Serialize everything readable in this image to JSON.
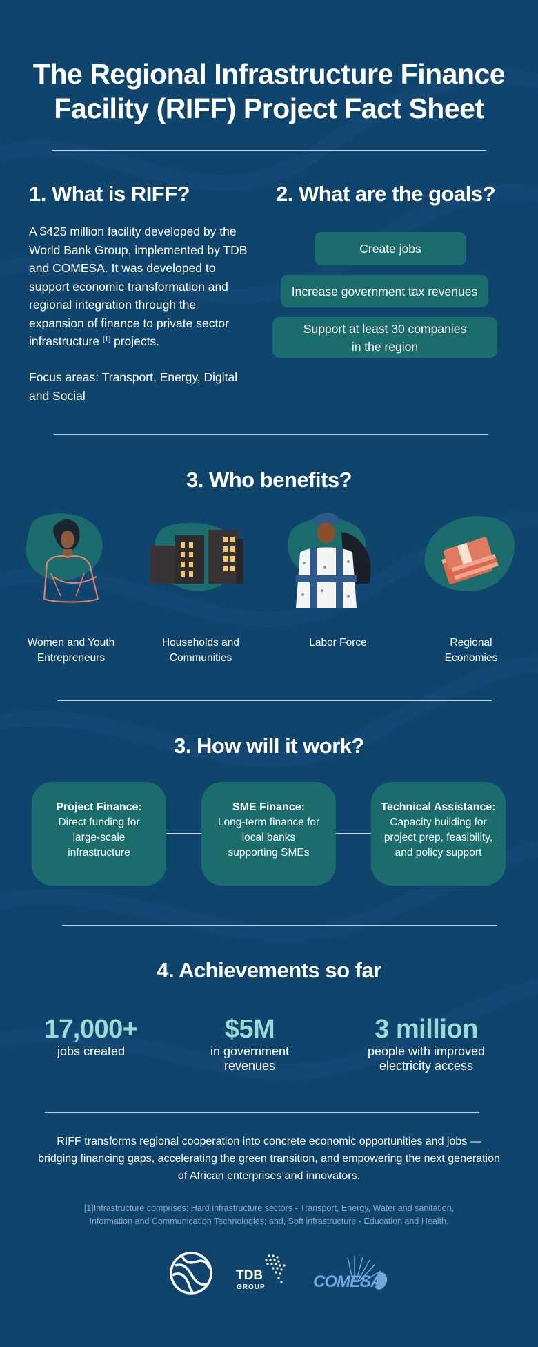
{
  "title_line1": "The Regional Infrastructure Finance",
  "title_line2": "Facility (RIFF) Project Fact Sheet",
  "what": {
    "heading": "1. What is RIFF?",
    "body_before": "A $425 million facility developed by the World Bank Group, implemented by TDB and COMESA. It was developed to support economic transformation and regional integration through the expansion of finance to private sector infrastructure ",
    "footnote_ref": "[1]",
    "body_after": " projects.",
    "focus": "Focus areas: Transport, Energy, Digital and Social"
  },
  "goals": {
    "heading": "2. What are the goals?",
    "items": [
      "Create jobs",
      "Increase government tax revenues",
      "Support at least 30 companies",
      "in the region"
    ]
  },
  "benefits": {
    "heading": "3. Who benefits?",
    "items": [
      {
        "line1": "Women and Youth",
        "line2": "Entrepreneurs"
      },
      {
        "line1": "Households and",
        "line2": "Communities"
      },
      {
        "line1": "Labor Force",
        "line2": ""
      },
      {
        "line1": "Regional",
        "line2": "Economies"
      }
    ]
  },
  "work": {
    "heading": "3. How will it work?",
    "cards": [
      {
        "title": "Project Finance:",
        "lines": [
          "Direct funding for",
          "large-scale",
          "infrastructure"
        ]
      },
      {
        "title": "SME Finance:",
        "lines": [
          "Long-term finance for",
          "local banks",
          "supporting SMEs"
        ]
      },
      {
        "title": "Technical Assistance:",
        "lines": [
          "Capacity building for",
          "project prep, feasibility,",
          "and policy support"
        ]
      }
    ]
  },
  "achievements": {
    "heading": "4. Achievements so far",
    "stats": [
      {
        "value": "17,000+",
        "line1": "jobs created",
        "line2": ""
      },
      {
        "value": "$5M",
        "line1": "in government",
        "line2": "revenues"
      },
      {
        "value": "3 million",
        "line1": "people with improved",
        "line2": "electricity access"
      }
    ]
  },
  "closing": {
    "line1": "RIFF transforms regional cooperation into concrete economic opportunities and jobs —",
    "line2": "bridging financing gaps, accelerating the green transition, and empowering the next generation",
    "line3": "of African enterprises and innovators."
  },
  "footnote": {
    "line1": "[1]Infrastructure comprises: Hard infrastructure sectors - Transport, Energy, Water and sanitation,",
    "line2": "Information and Communication Technologies; and, Soft infrastructure - Education and Health."
  },
  "logos": {
    "tdb_top": "TDB",
    "tdb_bottom": "GROUP",
    "comesa": "COMESA"
  },
  "colors": {
    "background": "#0f446d",
    "card": "#1b6d6d",
    "stat_accent": "#9fd9d6"
  }
}
